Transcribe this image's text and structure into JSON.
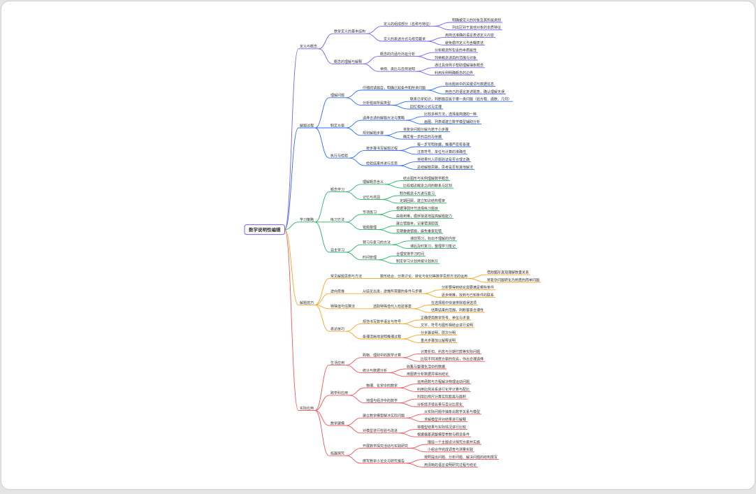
{
  "mindmap": {
    "root": "数学说明性编辑",
    "root_color": "#7c5cfa",
    "branches": [
      {
        "text": "定义与概念",
        "color": "#7c5cfa",
        "children": [
          {
            "text": "数学定义的基本结构",
            "children": [
              {
                "text": "定义的组成部分（名称与特征）",
                "children": [
                  {
                    "text": "明确被定义的对象及其所属类别"
                  },
                  {
                    "text": "列出区别于其他对象的本质特征"
                  }
                ]
              },
              {
                "text": "定义的表述方式与规范要求",
                "children": [
                  {
                    "text": "用简洁准确的语言表述定义内容"
                  },
                  {
                    "text": "避免循环定义与含糊表述"
                  }
                ]
              }
            ]
          },
          {
            "text": "概念的理解与解释",
            "children": [
              {
                "text": "概念的内涵与外延分析",
                "children": [
                  {
                    "text": "分析概念所包含的本质属性"
                  },
                  {
                    "text": "列举概念适用的范围与对象"
                  }
                ]
              },
              {
                "text": "举例、类比与反例说明",
                "children": [
                  {
                    "text": "通过具体例子帮助理解抽象概念"
                  },
                  {
                    "text": "利用反例明确概念的边界"
                  }
                ]
              }
            ]
          }
        ]
      },
      {
        "text": "解题过程",
        "color": "#2d6cf6",
        "children": [
          {
            "text": "理解问题",
            "children": [
              {
                "text": "仔细阅读题目，明确已知条件和所求问题",
                "children": [
                  {
                    "text": "标出题目中的关键词与数据信息"
                  },
                  {
                    "text": "用自己的语言复述题意，确认理解无误"
                  }
                ]
              },
              {
                "text": "分析题目所属类型",
                "children": [
                  {
                    "text": "联系已学知识，判断题目属于哪一类问题（如方程、函数、几何）"
                  },
                  {
                    "text": "回忆相关公式与定理"
                  }
                ]
              }
            ]
          },
          {
            "text": "制定方案",
            "children": [
              {
                "text": "选择合适的解题方法与策略",
                "children": [
                  {
                    "text": "比较多种方法，选择最简捷的一种"
                  },
                  {
                    "text": "画图、列表或建立数学模型辅助分析"
                  }
                ]
              },
              {
                "text": "规划解题步骤",
                "children": [
                  {
                    "text": "将复杂问题分解为若干小步骤"
                  },
                  {
                    "text": "确定每一步的目的与依据"
                  }
                ]
              }
            ]
          },
          {
            "text": "执行与检验",
            "children": [
              {
                "text": "按步骤书写解题过程",
                "children": [
                  {
                    "text": "每一步写明依据，推理严密有条理"
                  },
                  {
                    "text": "注意符号、单位与计算的准确性"
                  }
                ]
              },
              {
                "text": "检验结果并进行反思",
                "children": [
                  {
                    "text": "将结果代入原题验证是否合理正确"
                  },
                  {
                    "text": "总结解题思路，思考是否有其他解法"
                  }
                ]
              }
            ]
          }
        ]
      },
      {
        "text": "学习策略",
        "color": "#29b36b",
        "children": [
          {
            "text": "概念学习",
            "children": [
              {
                "text": "理解概念含义",
                "children": [
                  {
                    "text": "结合图形与实例理解数学概念"
                  },
                  {
                    "text": "比较相近概念之间的联系与区别"
                  }
                ]
              },
              {
                "text": "记忆与巩固",
                "children": [
                  {
                    "text": "制作概念卡片进行复习"
                  },
                  {
                    "text": "定期回顾，建立知识结构框架"
                  }
                ]
              }
            ]
          },
          {
            "text": "练习方法",
            "children": [
              {
                "text": "专项练习",
                "children": [
                  {
                    "text": "根据薄弱环节选择练习题目"
                  },
                  {
                    "text": "由易到难，循序渐进地提高解题能力"
                  }
                ]
              },
              {
                "text": "错题整理",
                "children": [
                  {
                    "text": "建立错题本，记录错误原因"
                  },
                  {
                    "text": "定期重做错题，避免重复犯错"
                  }
                ]
              }
            ]
          },
          {
            "text": "自主学习",
            "children": [
              {
                "text": "预习与复习的方法",
                "children": [
                  {
                    "text": "课前预习，标出不理解的内容"
                  },
                  {
                    "text": "课后及时复习，整理学习笔记"
                  }
                ]
              },
              {
                "text": "时间管理",
                "children": [
                  {
                    "text": "合理安排学习时间"
                  },
                  {
                    "text": "制定学习计划并按计划执行"
                  }
                ]
              }
            ]
          }
        ]
      },
      {
        "text": "解题技巧",
        "color": "#f5a623",
        "children": [
          {
            "text": "常见解题思想与方法",
            "children": [
              {
                "text": "数形结合、分类讨论、转化与化归等数学思想方法的运用",
                "children": [
                  {
                    "text": "借助图形直观理解数量关系"
                  },
                  {
                    "text": "将复杂问题转化为熟悉的简单问题"
                  }
                ]
              }
            ]
          },
          {
            "text": "逆向思维",
            "children": [
              {
                "text": "从结论出发，逆推所需要的条件与步骤",
                "children": [
                  {
                    "text": "分析要得到结论需要满足哪些条件"
                  },
                  {
                    "text": "逐步倒推，找到与已知条件的联系"
                  }
                ]
              }
            ]
          },
          {
            "text": "特殊值与估算法",
            "children": [
              {
                "text": "选取特殊值代入检验答案",
                "children": [
                  {
                    "text": "在选择题中快速排除错误选项"
                  },
                  {
                    "text": "估算结果的范围，判断答案合理性"
                  }
                ]
              }
            ]
          },
          {
            "text": "表达技巧",
            "children": [
              {
                "text": "规范书写数学语言与符号",
                "children": [
                  {
                    "text": "正确使用数学符号、单位与术语"
                  },
                  {
                    "text": "文字、符号与图形相结合进行说明"
                  }
                ]
              },
              {
                "text": "条理清晰地说明推理过程",
                "children": [
                  {
                    "text": "分步骤说明，层次分明"
                  },
                  {
                    "text": "重点步骤加以解释说明"
                  }
                ]
              }
            ]
          }
        ]
      },
      {
        "text": "实际应用",
        "color": "#f2545b",
        "children": [
          {
            "text": "生活应用",
            "children": [
              {
                "text": "购物、理财中的数学计算",
                "children": [
                  {
                    "text": "计算折扣、利息与分期付款等实际问题"
                  },
                  {
                    "text": "比较不同消费方案的优劣，作出合理选择"
                  }
                ]
              },
              {
                "text": "统计与数据分析",
                "children": [
                  {
                    "text": "收集与整理生活中的数据"
                  },
                  {
                    "text": "用图表分析数据并得出结论"
                  }
                ]
              }
            ]
          },
          {
            "text": "跨学科应用",
            "children": [
              {
                "text": "物理、化学中的数学",
                "children": [
                  {
                    "text": "运用函数与方程解决物理运动问题"
                  },
                  {
                    "text": "利用比例关系进行化学计算与配比"
                  }
                ]
              },
              {
                "text": "地理与经济中的数学",
                "children": [
                  {
                    "text": "利用比例尺计算实际距离与面积"
                  },
                  {
                    "text": "分析经济增长率与百分比变化"
                  }
                ]
              }
            ]
          },
          {
            "text": "数学建模",
            "children": [
              {
                "text": "建立数学模型解决实际问题",
                "children": [
                  {
                    "text": "从实际问题中抽象出数学关系与模型"
                  },
                  {
                    "text": "求解模型并对结果进行解释"
                  }
                ]
              },
              {
                "text": "对模型进行检验与改进",
                "children": [
                  {
                    "text": "将模型结果与实际情况进行比较"
                  },
                  {
                    "text": "根据偏差调整模型参数与假设条件"
                  }
                ]
              }
            ]
          },
          {
            "text": "拓展探究",
            "children": [
              {
                "text": "开展数学探究活动与实践研究",
                "children": [
                  {
                    "text": "围绕一个主题设计探究方案并实施"
                  },
                  {
                    "text": "小组合作完成调查与测量实践"
                  }
                ]
              },
              {
                "text": "撰写数学小论文与研究报告",
                "children": [
                  {
                    "text": "按照提出问题、分析问题、解决问题的结构撰写"
                  },
                  {
                    "text": "用清晰的语言说明研究过程与结论"
                  }
                ]
              }
            ]
          }
        ]
      }
    ]
  }
}
